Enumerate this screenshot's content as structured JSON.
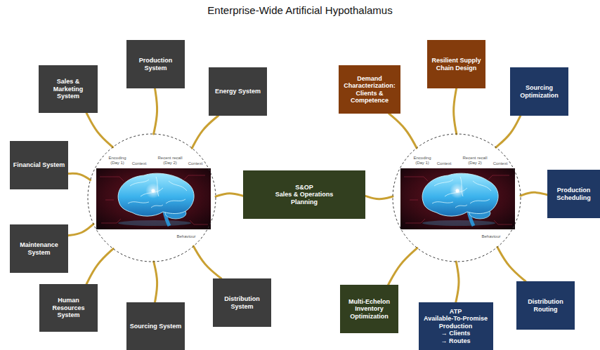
{
  "diagram": {
    "title": "Enterprise-Wide Artificial Hypothalamus",
    "nodes": [
      {
        "text": [
          "Production System"
        ]
      },
      {
        "text": [
          "Energy System"
        ]
      },
      {
        "text": [
          "Distribution System"
        ]
      },
      {
        "text": [
          "Sourcing System"
        ]
      },
      {
        "text": [
          "Human Resources System"
        ]
      },
      {
        "text": [
          "Maintenance System"
        ]
      },
      {
        "text": [
          "Financial System"
        ]
      },
      {
        "text": [
          "Sales & Marketing System"
        ]
      },
      {
        "text": [
          "Encoding (Day 1)",
          "Context",
          "Recent recall (Day 2)",
          "Context",
          "Behaviour"
        ]
      },
      {
        "text": [
          "S&OP",
          "Sales & Operations Planning"
        ]
      },
      {
        "text": [
          "Encoding (Day 1)",
          "Context",
          "Recent recall (Day 2)",
          "Context",
          "Behaviour"
        ]
      },
      {
        "text": [
          "Demand Characterization: Clients & Competence"
        ]
      },
      {
        "text": [
          "Resilient Supply Chain Design"
        ]
      },
      {
        "text": [
          "Sourcing Optimization"
        ]
      },
      {
        "text": [
          "Production Scheduling"
        ]
      },
      {
        "text": [
          "Distribution Routing"
        ]
      },
      {
        "text": [
          "ATP",
          "Available-To-Promise Production",
          "→ Clients",
          "→ Routes"
        ]
      },
      {
        "text": [
          "Multi-Echelon Inventory Optimization"
        ]
      }
    ],
    "edges": [
      {
        "from": 0,
        "to": 8,
        "arrow": "none"
      },
      {
        "from": 1,
        "to": 8,
        "arrow": "none"
      },
      {
        "from": 2,
        "to": 8,
        "arrow": "none"
      },
      {
        "from": 3,
        "to": 8,
        "arrow": "none"
      },
      {
        "from": 4,
        "to": 8,
        "arrow": "none"
      },
      {
        "from": 5,
        "to": 8,
        "arrow": "none"
      },
      {
        "from": 6,
        "to": 8,
        "arrow": "none"
      },
      {
        "from": 7,
        "to": 8,
        "arrow": "none"
      },
      {
        "from": 8,
        "to": 9,
        "arrow": "none"
      },
      {
        "from": 9,
        "to": 10,
        "arrow": "none"
      },
      {
        "from": 11,
        "to": 10,
        "arrow": "none"
      },
      {
        "from": 12,
        "to": 10,
        "arrow": "none"
      },
      {
        "from": 13,
        "to": 10,
        "arrow": "none"
      },
      {
        "from": 14,
        "to": 10,
        "arrow": "none"
      },
      {
        "from": 15,
        "to": 10,
        "arrow": "none"
      },
      {
        "from": 16,
        "to": 10,
        "arrow": "none"
      },
      {
        "from": 17,
        "to": 10,
        "arrow": "none"
      }
    ]
  }
}
